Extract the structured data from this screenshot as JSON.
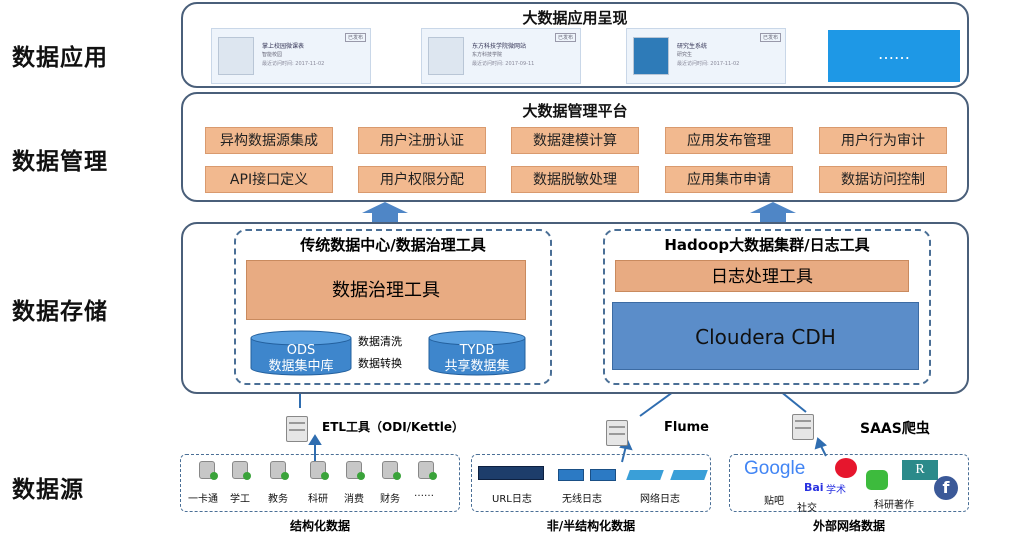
{
  "layers": {
    "app": "数据应用",
    "mgmt": "数据管理",
    "storage": "数据存储",
    "source": "数据源"
  },
  "app_panel": {
    "title": "大数据应用呈现",
    "cards": [
      {
        "name": "掌上校园微课表",
        "sub": "智能校园",
        "date": "最近访问时间: 2017-11-02",
        "tag": "已发布"
      },
      {
        "name": "东方科技学院微网站",
        "sub": "东方科技学院",
        "date": "最近访问时间: 2017-09-11",
        "tag": "已发布"
      },
      {
        "name": "研究生系统",
        "sub": "研究生",
        "date": "最近访问时间: 2017-11-02",
        "tag": "已发布"
      }
    ],
    "more": "……"
  },
  "mgmt_panel": {
    "title": "大数据管理平台",
    "row1": [
      "异构数据源集成",
      "用户注册认证",
      "数据建模计算",
      "应用发布管理",
      "用户行为审计"
    ],
    "row2": [
      "API接口定义",
      "用户权限分配",
      "数据脱敏处理",
      "应用集市申请",
      "数据访问控制"
    ]
  },
  "storage_panel": {
    "left_title": "传统数据中心/数据治理工具",
    "gov_tool": "数据治理工具",
    "ods_line1": "ODS",
    "ods_line2": "数据集中库",
    "clean1": "数据清洗",
    "clean2": "数据转换",
    "tydb_line1": "TYDB",
    "tydb_line2": "共享数据集",
    "right_title": "Hadoop大数据集群/日志工具",
    "log_tool": "日志处理工具",
    "cdh": "Cloudera CDH"
  },
  "ingest": {
    "etl": "ETL工具（ODI/Kettle）",
    "flume": "Flume",
    "saas": "SAAS爬虫"
  },
  "sources": {
    "structured": {
      "items": [
        "一卡通",
        "学工",
        "教务",
        "科研",
        "消费",
        "财务",
        "……"
      ],
      "caption": "结构化数据"
    },
    "semi": {
      "items": [
        "URL日志",
        "无线日志",
        "网络日志"
      ],
      "caption": "非/半结构化数据"
    },
    "external": {
      "items": [
        "贴吧",
        "社交",
        "科研著作"
      ],
      "logos": [
        "Google",
        "Bai",
        "学术",
        "R"
      ],
      "caption": "外部网络数据"
    }
  },
  "colors": {
    "panel_border": "#4a5f7a",
    "orange": "#f2b98f",
    "blue": "#5b8dc9",
    "arrow": "#4f86c6"
  }
}
